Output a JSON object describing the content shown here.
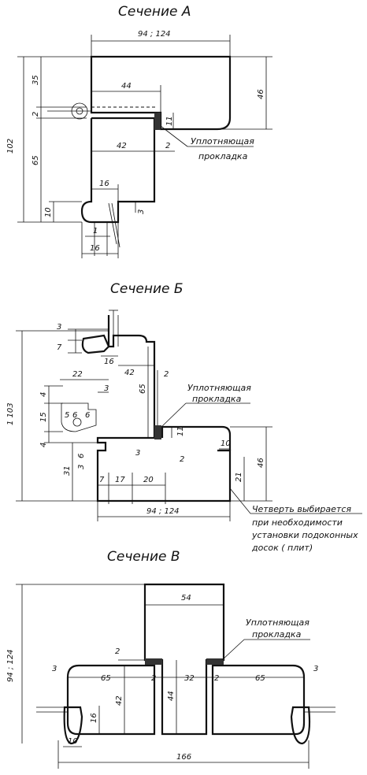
{
  "sections": [
    {
      "title": "Сечение  А",
      "seal_label_1": "Уплотняющая",
      "seal_label_2": "прокладка",
      "dims": {
        "width": "94 ; 124",
        "h35": "35",
        "h2": "2",
        "h65": "65",
        "h102": "102",
        "w44": "44",
        "w42": "42",
        "w2": "2",
        "h11": "11",
        "h46": "46",
        "w16a": "16",
        "h10": "10",
        "h3": "3",
        "w1": "1",
        "w16b": "16"
      }
    },
    {
      "title": "Сечение  Б",
      "seal_label_1": "Уплотняющая",
      "seal_label_2": "прокладка",
      "note_1": "Четверть выбирается",
      "note_2": "при необходимости",
      "note_3": "установки подоконных",
      "note_4": "досок  ( плит)",
      "dims": {
        "v3a": "3",
        "v7": "7",
        "w16": "16",
        "w42": "42",
        "w22": "22",
        "w3": "3",
        "h65": "65",
        "w2": "2",
        "h4a": "4",
        "h15": "15",
        "w5": "5",
        "w6a": "6",
        "w6b": "6",
        "h4b": "4",
        "h103": "1 103",
        "h11": "11",
        "w10": "10",
        "v6": "6",
        "v3b": "3",
        "w3b": "3",
        "w2b": "2",
        "h46": "46",
        "h31": "31",
        "h21": "21",
        "w7": "7",
        "w17": "17",
        "w20": "20",
        "width": "94 ; 124"
      }
    },
    {
      "title": "Сечение  В",
      "seal_label_1": "Уплотняющая",
      "seal_label_2": "прокладка",
      "dims": {
        "h_total": "94 ; 124",
        "w54": "54",
        "v2a": "2",
        "w3a": "3",
        "w3b": "3",
        "w65a": "65",
        "w2a": "2",
        "w32": "32",
        "w2b": "2",
        "w65b": "65",
        "h42": "42",
        "h44": "44",
        "h16": "16",
        "w10": "10",
        "w166": "166"
      }
    }
  ]
}
